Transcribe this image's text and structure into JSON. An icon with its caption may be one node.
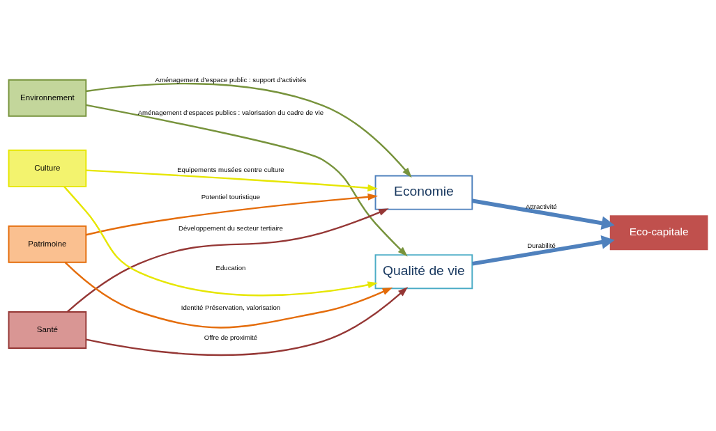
{
  "diagram": {
    "nodes": [
      {
        "text": [
          "Environnement"
        ]
      },
      {
        "text": [
          "Santé"
        ]
      },
      {
        "text": [
          "Patrimoine"
        ]
      },
      {
        "text": [
          "Culture"
        ]
      },
      {
        "text": [
          "Economie"
        ]
      },
      {
        "text": [
          "Qualité de vie"
        ]
      },
      {
        "text": [
          "Eco-capitale"
        ]
      }
    ],
    "edges": [
      {
        "from": 0,
        "to": 4,
        "arrow": "to",
        "label": "Aménagement d’espace public : support d’activités",
        "color": "#77933c"
      },
      {
        "from": 0,
        "to": 5,
        "arrow": "to",
        "label": "Aménagement d’espaces publics : valorisation du cadre de vie",
        "color": "#77933c"
      },
      {
        "from": 1,
        "to": 4,
        "arrow": "to",
        "label": "Développement du secteur tertiaire",
        "color": "#953735"
      },
      {
        "from": 1,
        "to": 5,
        "arrow": "to",
        "label": "Offre de proximité",
        "color": "#953735"
      },
      {
        "from": 2,
        "to": 4,
        "arrow": "to",
        "label": "Potentiel touristique",
        "color": "#e46c0a"
      },
      {
        "from": 2,
        "to": 5,
        "arrow": "to",
        "label": "Identité Préservation, valorisation",
        "color": "#e46c0a"
      },
      {
        "from": 3,
        "to": 4,
        "arrow": "to",
        "label": "Equipements musées centre culture",
        "color": "#e6e600"
      },
      {
        "from": 3,
        "to": 5,
        "arrow": "to",
        "label": "Education",
        "color": "#e6e600"
      },
      {
        "from": 4,
        "to": 6,
        "arrow": "to",
        "label": "Attractivité",
        "style": "thick",
        "color": "#4f81bd"
      },
      {
        "from": 5,
        "to": 6,
        "arrow": "to",
        "label": "Durabilité",
        "style": "thick",
        "color": "#4f81bd"
      }
    ]
  }
}
